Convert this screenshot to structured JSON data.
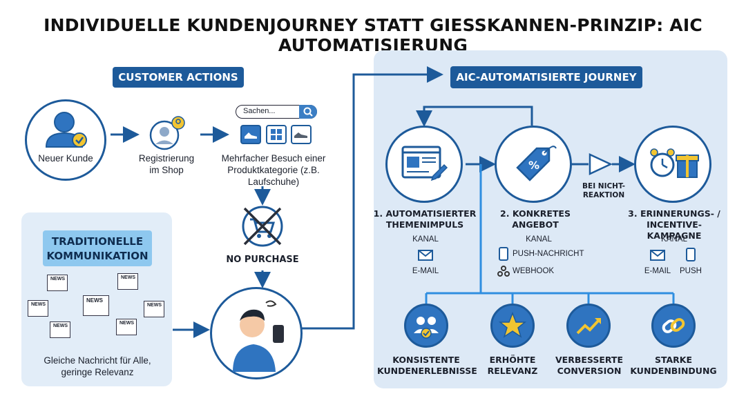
{
  "title": "INDIVIDUELLE KUNDENJOURNEY STATT GIESSKANNEN-PRINZIP: AIC AUTOMATISIERUNG",
  "customer_actions": {
    "header": "CUSTOMER ACTIONS",
    "steps": {
      "new_customer": "Neuer Kunde",
      "register": "Registrierung im Shop",
      "visit": "Mehrfacher Besuch einer Produktkategorie (z.B. Laufschuhe)"
    },
    "search_placeholder": "Sachen...",
    "no_purchase": "NO PURCHASE"
  },
  "traditional": {
    "header": "TRADITIONELLE KOMMUNIKATION",
    "news_label": "NEWS",
    "caption": "Gleiche Nachricht für Alle, geringe Relevanz"
  },
  "aic": {
    "header": "AIC-AUTOMATISIERTE JOURNEY",
    "non_reaction": "BEI NICHT-REAKTION",
    "channel_label": "KANAL",
    "steps": [
      {
        "title": "1. AUTOMATISIERTER THEMENIMPULS",
        "channels": [
          "E-MAIL"
        ]
      },
      {
        "title": "2. KONKRETES ANGEBOT",
        "channels": [
          "PUSH-NACHRICHT",
          "WEBHOOK"
        ]
      },
      {
        "title": "3. ERINNERUNGS- / INCENTIVE-KAMPAGNE",
        "channels": [
          "E-MAIL",
          "PUSH"
        ]
      }
    ],
    "outcomes": [
      "KONSISTENTE KUNDENERLEBNISSE",
      "ERHÖHTE RELEVANZ",
      "VERBESSERTE CONVERSION",
      "STARKE KUNDENBINDUNG"
    ]
  },
  "colors": {
    "primary": "#1d5a9a",
    "light": "#8ec8ef",
    "panel": "#dde9f6",
    "accent": "#f2c531"
  }
}
